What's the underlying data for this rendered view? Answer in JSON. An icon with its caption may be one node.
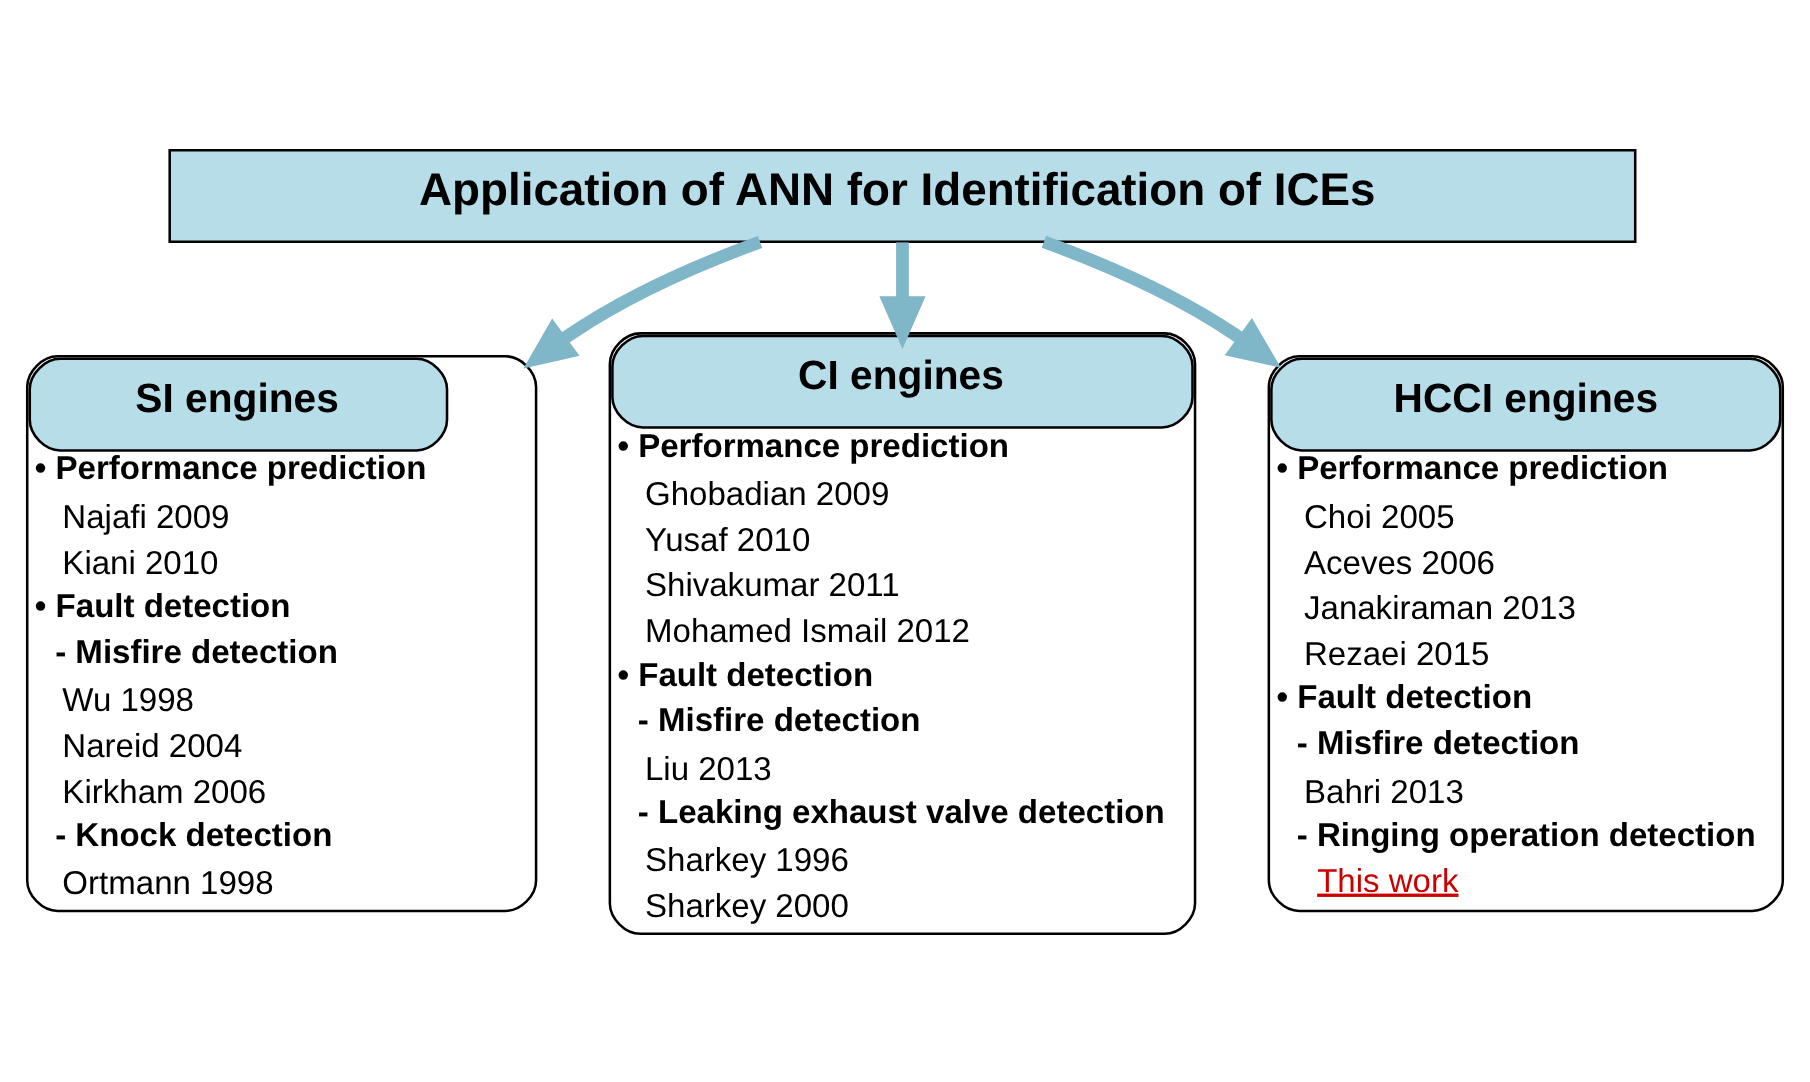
{
  "diagram": {
    "nodes": [
      {
        "text": [
          "Application of ANN for Identification of ICEs"
        ]
      },
      {
        "text": [
          "SI engines",
          "• Performance prediction",
          "Najafi 2009",
          "Kiani 2010",
          "• Fault detection",
          "- Misfire detection",
          "Wu 1998",
          "Nareid 2004",
          "Kirkham 2006",
          "- Knock detection",
          "Ortmann 1998"
        ]
      },
      {
        "text": [
          "CI engines",
          "• Performance prediction",
          "Ghobadian 2009",
          "Yusaf 2010",
          "Shivakumar 2011",
          "Mohamed Ismail 2012",
          "• Fault detection",
          "- Misfire detection",
          "Liu 2013",
          "- Leaking exhaust valve detection",
          "Sharkey 1996",
          "Sharkey 2000"
        ]
      },
      {
        "text": [
          "HCCI engines",
          "• Performance prediction",
          "Choi 2005",
          "Aceves 2006",
          "Janakiraman 2013",
          "Rezaei 2015",
          "• Fault detection",
          "- Misfire detection",
          "Bahri 2013",
          "- Ringing operation detection",
          "This work"
        ]
      }
    ],
    "edges": [
      {
        "from": 0,
        "to": 1,
        "arrow": "to"
      },
      {
        "from": 0,
        "to": 2,
        "arrow": "to"
      },
      {
        "from": 0,
        "to": 3,
        "arrow": "to"
      }
    ]
  }
}
